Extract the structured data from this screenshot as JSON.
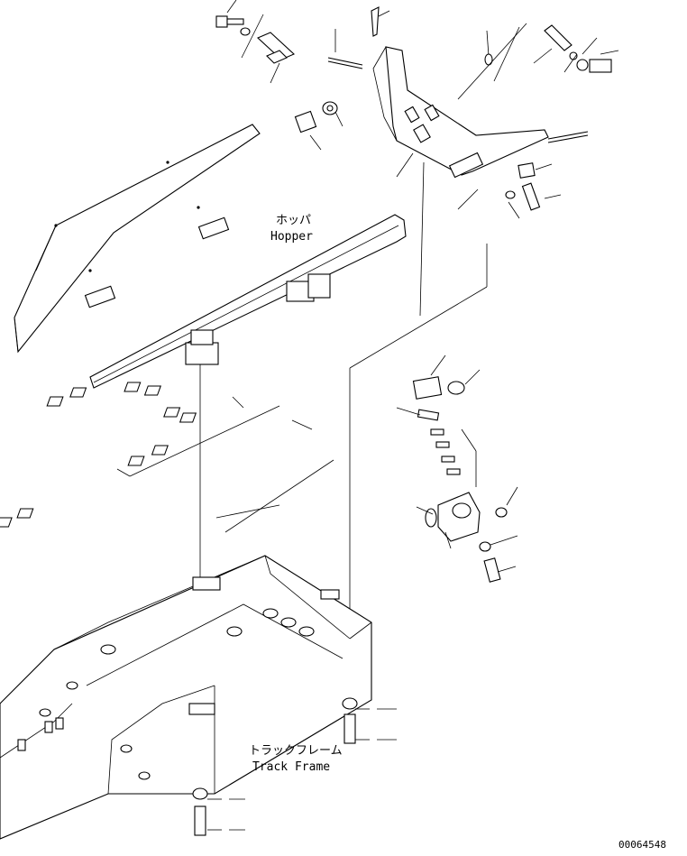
{
  "labels": {
    "hopper_jp": "ホッパ",
    "hopper_en": "Hopper",
    "track_frame_jp": "トラックフレーム",
    "track_frame_en": "Track Frame"
  },
  "drawing_number": "00064548",
  "colors": {
    "line": "#000000",
    "background": "#ffffff"
  }
}
